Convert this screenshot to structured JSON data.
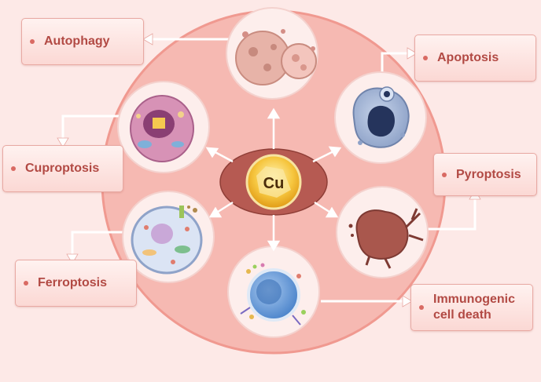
{
  "center": {
    "symbol": "Cu"
  },
  "pathways": [
    {
      "id": "autophagy",
      "label": "Autophagy"
    },
    {
      "id": "apoptosis",
      "label": "Apoptosis"
    },
    {
      "id": "cuproptosis",
      "label": "Cuproptosis"
    },
    {
      "id": "pyroptosis",
      "label": "Pyroptosis"
    },
    {
      "id": "ferroptosis",
      "label": "Ferroptosis"
    },
    {
      "id": "immunogenic",
      "label_line1": "Immunogenic",
      "label_line2": "cell death"
    }
  ],
  "colors": {
    "background": "#fde9e7",
    "outer_circle": "#f6b9b2",
    "cell_circle": "#fdeeec",
    "center_ellipse": "#b65a52",
    "copper_gold": "#f4c23a",
    "label_text": "#b24a44"
  }
}
